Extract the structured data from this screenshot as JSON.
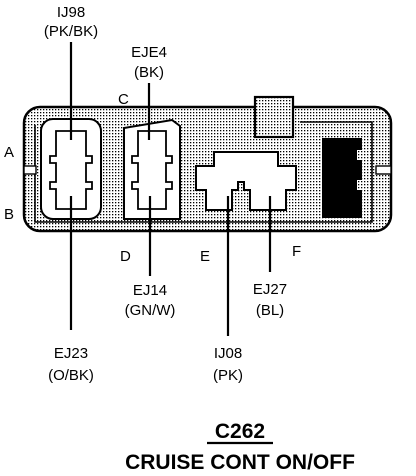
{
  "connector": {
    "id": "C262",
    "name": "CRUISE CONT ON/OFF"
  },
  "cavity_letters": [
    "A",
    "B",
    "C",
    "D",
    "E",
    "F"
  ],
  "circuits": [
    {
      "id": "IJ98",
      "color": "(PK/BK)"
    },
    {
      "id": "EJE4",
      "color": "(BK)"
    },
    {
      "id": "EJ14",
      "color": "(GN/W)"
    },
    {
      "id": "EJ23",
      "color": "(O/BK)"
    },
    {
      "id": "IJ08",
      "color": "(PK)"
    },
    {
      "id": "EJ27",
      "color": "(BL)"
    }
  ],
  "colors": {
    "ink": "#000000",
    "housing_fill": "#d6d6d6",
    "background": "#ffffff"
  }
}
